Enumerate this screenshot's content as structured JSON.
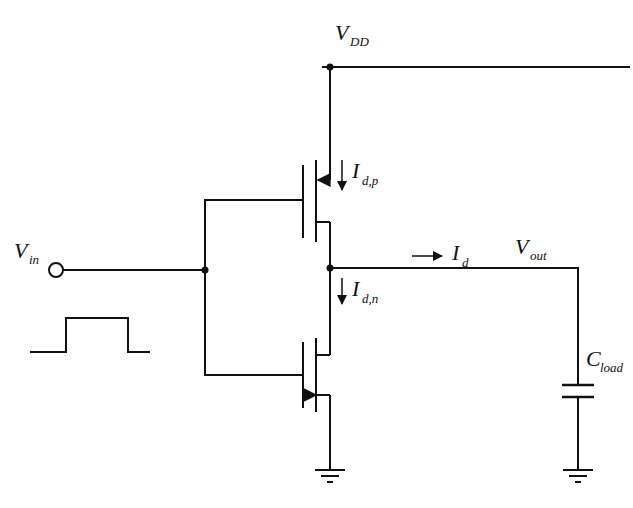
{
  "diagram": {
    "labels": [
      "V",
      "DD",
      "I",
      "d,p",
      "V",
      "out",
      "I",
      "d",
      "V",
      "in",
      "I",
      "d,n",
      "C",
      "load"
    ]
  }
}
